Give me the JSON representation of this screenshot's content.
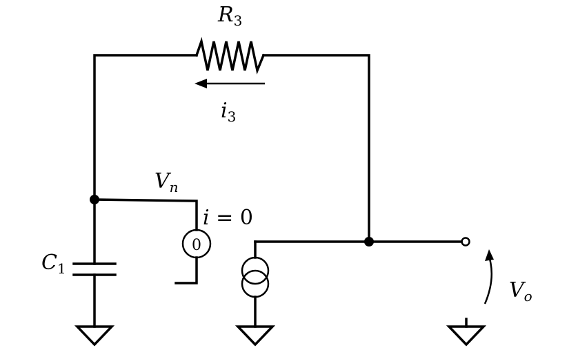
{
  "labels": {
    "r3": {
      "main": "R",
      "sub": "3"
    },
    "i3": {
      "main": "i",
      "sub": "3"
    },
    "vn": {
      "main": "V",
      "sub": "n"
    },
    "i_zero": {
      "var": "i",
      "rest": " = 0"
    },
    "c1": {
      "main": "C",
      "sub": "1"
    },
    "vo": {
      "main": "V",
      "sub": "o"
    },
    "zero_source": "0"
  }
}
